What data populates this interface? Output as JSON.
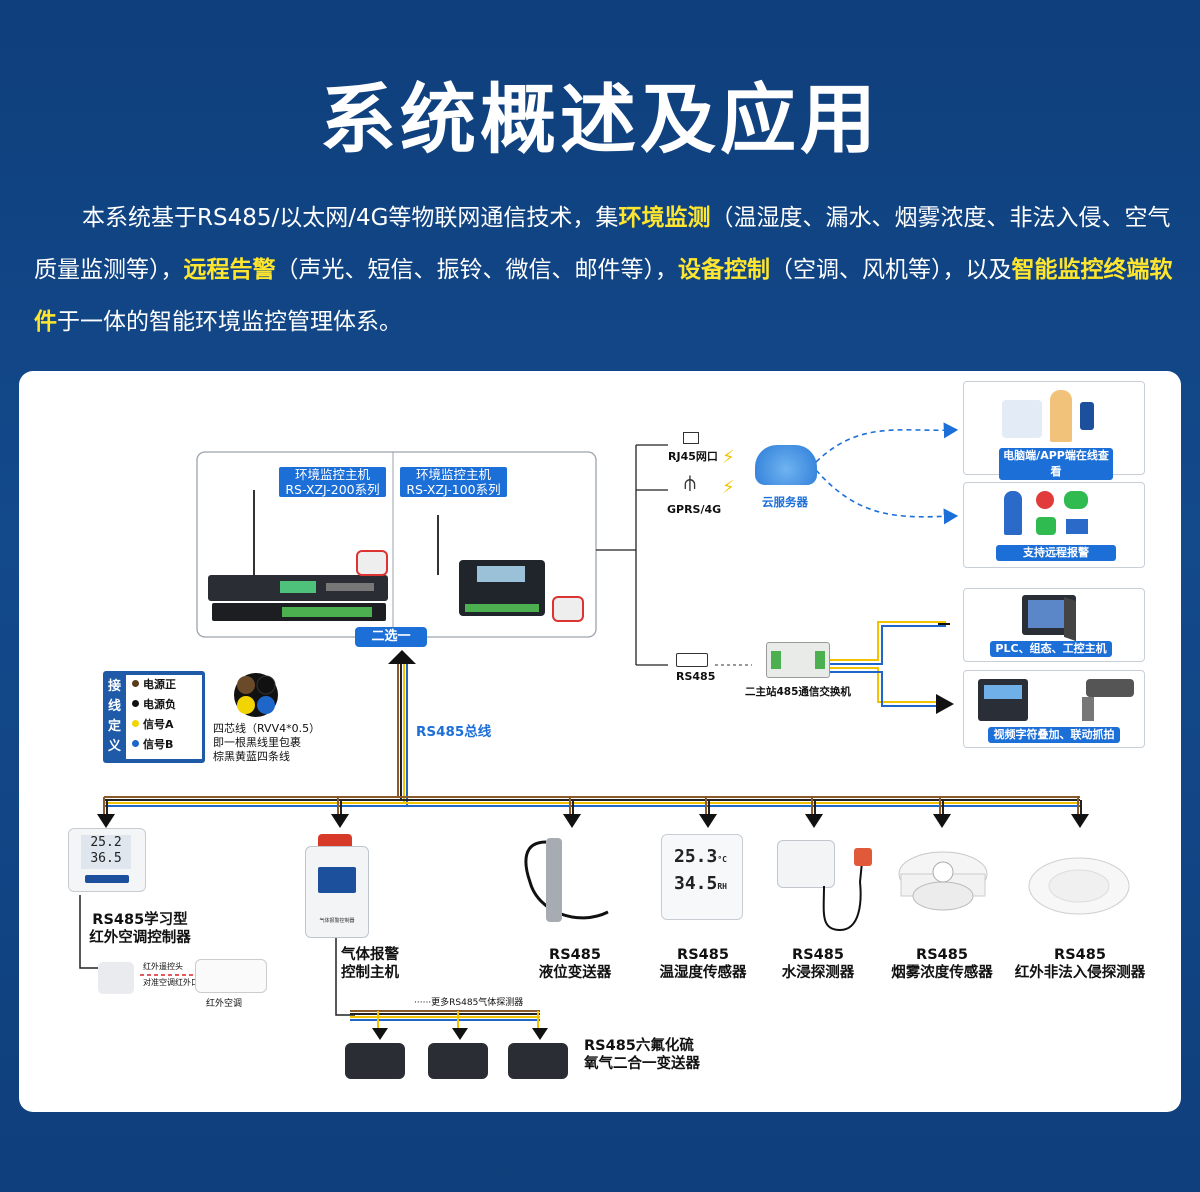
{
  "title": "系统概述及应用",
  "intro": {
    "p1": "本系统基于RS485/以太网/4G等物联网通信技术，集",
    "hl1": "环境监测",
    "p2": "（温湿度、漏水、烟雾浓度、非法入侵、空气质量监测等），",
    "hl2": "远程告警",
    "p3": "（声光、短信、振铃、微信、邮件等），",
    "hl3": "设备控制",
    "p4": "（空调、风机等），以及",
    "hl4": "智能监控终端软件",
    "p5": "于一体的智能环境监控管理体系。"
  },
  "hosts": {
    "host200_line1": "环境监控主机",
    "host200_line2": "RS-XZJ-200系列",
    "host100_line1": "环境监控主机",
    "host100_line2": "RS-XZJ-100系列",
    "choose_one": "二选一"
  },
  "network": {
    "rj45": "RJ45网口",
    "gprs": "GPRS/4G",
    "cloud": "云服务器",
    "rs485": "RS485",
    "switch": "二主站485通信交换机",
    "pc_app": "电脑端/APP端在线查看",
    "alarm": "支持远程报警",
    "plc": "PLC、组态、工控主机",
    "video": "视频字符叠加、联动抓拍"
  },
  "wiring": {
    "title_chars": [
      "接",
      "线",
      "定",
      "义"
    ],
    "items": [
      {
        "label": "电源正",
        "color": "#5b3a1a"
      },
      {
        "label": "电源负",
        "color": "#111111"
      },
      {
        "label": "信号A",
        "color": "#f2d500"
      },
      {
        "label": "信号B",
        "color": "#1e66c8"
      }
    ],
    "cable_line1": "四芯线（RVV4*0.5）",
    "cable_line2": "即一根黑线里包裹",
    "cable_line3": "棕黑黄蓝四条线"
  },
  "bus_label": "RS485总线",
  "devices": [
    {
      "line1": "RS485学习型",
      "line2": "红外空调控制器"
    },
    {
      "line1": "气体报警",
      "line2": "控制主机"
    },
    {
      "line1": "RS485",
      "line2": "液位变送器"
    },
    {
      "line1": "RS485",
      "line2": "温湿度传感器"
    },
    {
      "line1": "RS485",
      "line2": "水浸探测器"
    },
    {
      "line1": "RS485",
      "line2": "烟雾浓度传感器"
    },
    {
      "line1": "RS485",
      "line2": "红外非法入侵探测器"
    }
  ],
  "th_display": {
    "temp": "25.2",
    "hum": "36.5"
  },
  "th_sensor_display": {
    "temp": "25.3",
    "hum": "34.5",
    "temp_unit": "°C",
    "hum_unit": "RH"
  },
  "ir": {
    "head": "红外遥控头",
    "head2": "对准空调红外口",
    "ac": "红外空调"
  },
  "gas_panel": "气体报警控制器",
  "more_gas": "······更多RS485气体探测器",
  "sf6_line1": "RS485六氟化硫",
  "sf6_line2": "氧气二合一变送器"
}
